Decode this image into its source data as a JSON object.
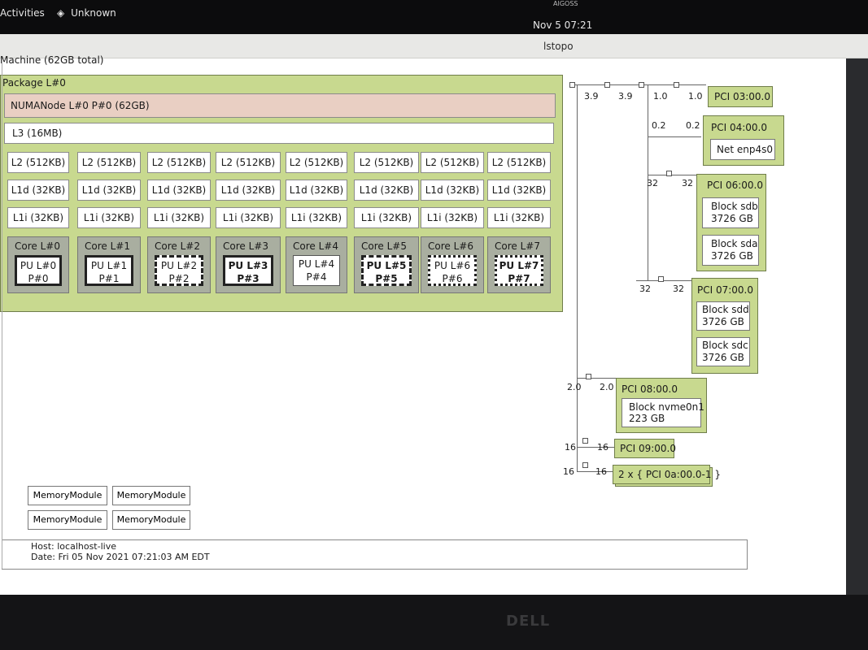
{
  "topbar": {
    "activities": "Activities",
    "app": "Unknown",
    "brand": "AIGOSS",
    "clock": "Nov 5  07:21"
  },
  "window": {
    "title": "lstopo"
  },
  "machine": {
    "label": "Machine (62GB total)"
  },
  "package": {
    "label": "Package L#0"
  },
  "numa": {
    "label": "NUMANode L#0 P#0 (62GB)"
  },
  "l3": {
    "label": "L3 (16MB)"
  },
  "cores": [
    {
      "l2": "L2 (512KB)",
      "l1d": "L1d (32KB)",
      "l1i": "L1i (32KB)",
      "core": "Core L#0",
      "pu": "PU L#0",
      "pnum": "P#0"
    },
    {
      "l2": "L2 (512KB)",
      "l1d": "L1d (32KB)",
      "l1i": "L1i (32KB)",
      "core": "Core L#1",
      "pu": "PU L#1",
      "pnum": "P#1"
    },
    {
      "l2": "L2 (512KB)",
      "l1d": "L1d (32KB)",
      "l1i": "L1i (32KB)",
      "core": "Core L#2",
      "pu": "PU L#2",
      "pnum": "P#2"
    },
    {
      "l2": "L2 (512KB)",
      "l1d": "L1d (32KB)",
      "l1i": "L1i (32KB)",
      "core": "Core L#3",
      "pu": "PU L#3",
      "pnum": "P#3"
    },
    {
      "l2": "L2 (512KB)",
      "l1d": "L1d (32KB)",
      "l1i": "L1i (32KB)",
      "core": "Core L#4",
      "pu": "PU L#4",
      "pnum": "P#4"
    },
    {
      "l2": "L2 (512KB)",
      "l1d": "L1d (32KB)",
      "l1i": "L1i (32KB)",
      "core": "Core L#5",
      "pu": "PU L#5",
      "pnum": "P#5"
    },
    {
      "l2": "L2 (512KB)",
      "l1d": "L1d (32KB)",
      "l1i": "L1i (32KB)",
      "core": "Core L#6",
      "pu": "PU L#6",
      "pnum": "P#6"
    },
    {
      "l2": "L2 (512KB)",
      "l1d": "L1d (32KB)",
      "l1i": "L1i (32KB)",
      "core": "Core L#7",
      "pu": "PU L#7",
      "pnum": "P#7"
    }
  ],
  "pci": {
    "p0300": {
      "label": "PCI 03:00.0",
      "left": "1.0",
      "right": "1.0"
    },
    "p0400": {
      "label": "PCI 04:00.0",
      "left": "0.2",
      "right": "0.2",
      "dev": "Net enp4s0"
    },
    "p0600": {
      "label": "PCI 06:00.0",
      "left": "32",
      "right": "32",
      "dev1a": "Block sdb",
      "dev1b": "3726 GB",
      "dev2a": "Block sda",
      "dev2b": "3726 GB"
    },
    "p0700": {
      "label": "PCI 07:00.0",
      "left": "32",
      "right": "32",
      "dev1a": "Block sdd",
      "dev1b": "3726 GB",
      "dev2a": "Block sdc",
      "dev2b": "3726 GB"
    },
    "p0800": {
      "label": "PCI 08:00.0",
      "left": "2.0",
      "right": "2.0",
      "deva": "Block nvme0n1",
      "devb": "223 GB"
    },
    "p0900": {
      "label": "PCI 09:00.0",
      "left": "16",
      "right": "16"
    },
    "p0a00": {
      "label": "2 x { PCI 0a:00.0-1 }",
      "left": "16",
      "right": "16"
    },
    "root": {
      "a": "3.9",
      "b": "3.9"
    }
  },
  "memory_modules": [
    "MemoryModule",
    "MemoryModule",
    "MemoryModule",
    "MemoryModule"
  ],
  "footer": {
    "host": "Host: localhost-live",
    "date": "Date: Fri 05 Nov 2021 07:21:03 AM EDT"
  },
  "bezel": {
    "logo": "DELL"
  }
}
